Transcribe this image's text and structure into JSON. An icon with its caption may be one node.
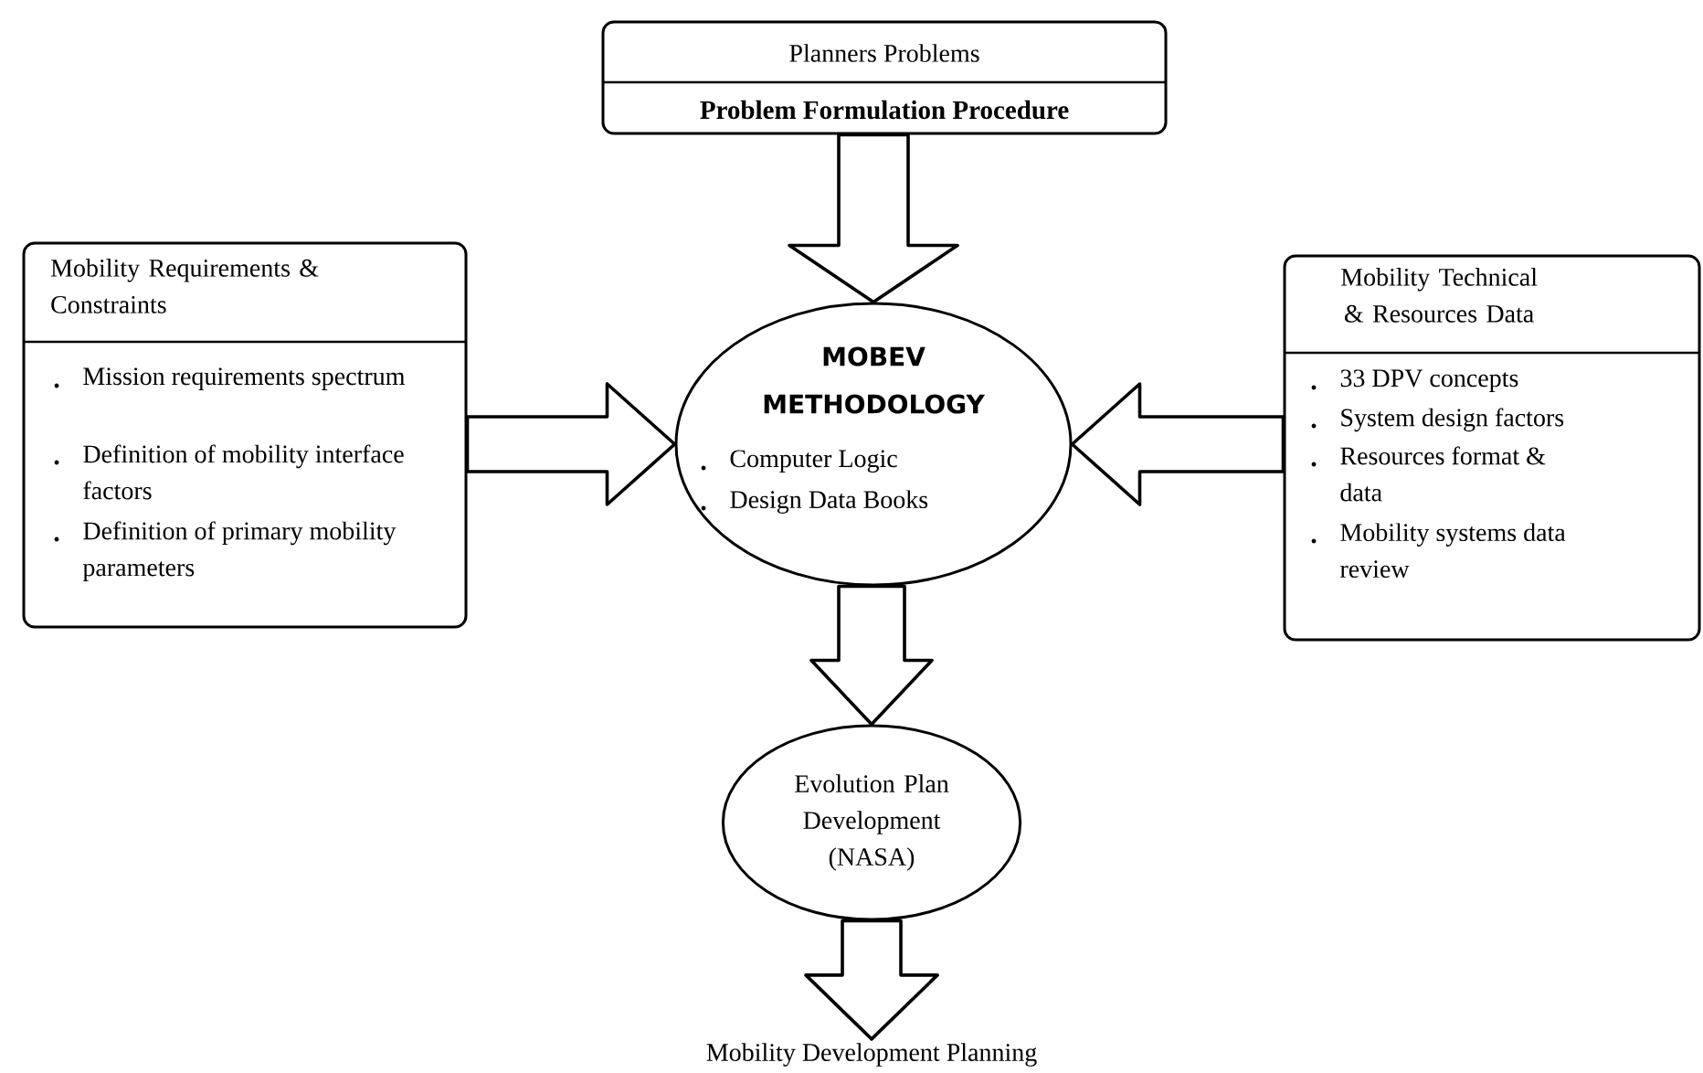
{
  "diagram": {
    "nodes": [
      {
        "text": [
          "Planners Problems",
          "Problem Formulation Procedure"
        ]
      },
      {
        "text": [
          "Mobility Requirements & Constraints",
          "Mission requirements spectrum",
          "Definition of mobility interface factors",
          "Definition of primary mobility parameters"
        ]
      },
      {
        "text": [
          "MOBEV METHODOLOGY",
          "Computer Logic",
          "Design Data Books"
        ]
      },
      {
        "text": [
          "Mobility Technical & Resources Data",
          "33 DPV concepts",
          "System design factors",
          "Resources format & data",
          "Mobility systems data review"
        ]
      },
      {
        "text": [
          "Evolution Plan Development (NASA)"
        ]
      },
      {
        "text": [
          "Mobility Development Planning"
        ]
      }
    ],
    "edges": [
      {
        "from": 0,
        "to": 2,
        "arrow": "to"
      },
      {
        "from": 1,
        "to": 2,
        "arrow": "to"
      },
      {
        "from": 3,
        "to": 2,
        "arrow": "to"
      },
      {
        "from": 2,
        "to": 4,
        "arrow": "to"
      },
      {
        "from": 4,
        "to": 5,
        "arrow": "to"
      }
    ]
  }
}
